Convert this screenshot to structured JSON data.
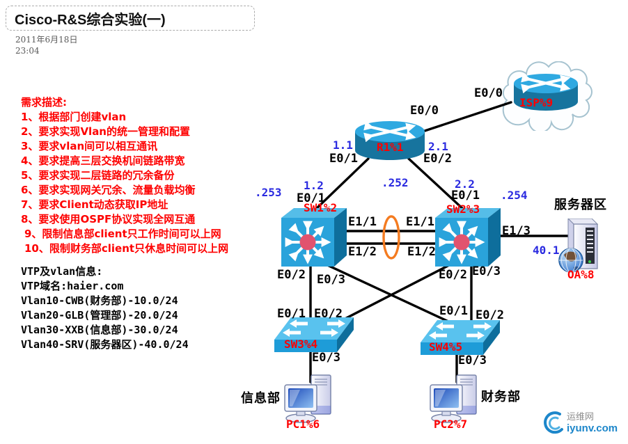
{
  "page": {
    "title": "Cisco-R&S综合实验(一)",
    "date": "2011年6月18日",
    "time": "23:04"
  },
  "requirements": {
    "heading": "需求描述:",
    "items": [
      "1、根据部门创建vlan",
      "2、要求实现Vlan的统一管理和配置",
      "3、要求vlan间可以相互通讯",
      "4、要求提高三层交换机间链路带宽",
      "5、要求实现二层链路的冗余备份",
      "6、要求实现网关冗余、流量负载均衡",
      "7、要求Client动态获取IP地址",
      "8、要求使用OSPF协议实现全网互通",
      "9、限制信息部client只工作时间可以上网",
      "10、限制财务部client只休息时间可以上网"
    ]
  },
  "vtp_info": {
    "heading": "VTP及vlan信息:",
    "lines": [
      "VTP域名:haier.com",
      "Vlan10-CWB(财务部)-10.0/24",
      "Vlan20-GLB(管理部)-20.0/24",
      "Vlan30-XXB(信息部)-30.0/24",
      "Vlan40-SRV(服务器区)-40.0/24"
    ]
  },
  "topology": {
    "devices": {
      "r1": {
        "name": "R1%1",
        "type": "router"
      },
      "isp": {
        "name": "ISP%9",
        "type": "router-in-cloud"
      },
      "sw1": {
        "name": "SW1%2",
        "type": "multilayer-switch"
      },
      "sw2": {
        "name": "SW2%3",
        "type": "multilayer-switch"
      },
      "sw3": {
        "name": "SW3%4",
        "type": "layer2-switch"
      },
      "sw4": {
        "name": "SW4%5",
        "type": "layer2-switch"
      },
      "pc1": {
        "name": "PC1%6",
        "type": "pc"
      },
      "pc2": {
        "name": "PC2%7",
        "type": "pc"
      },
      "oa": {
        "name": "OA%8",
        "type": "server"
      }
    },
    "port_labels": {
      "isp_e00": "E0/0",
      "r1_e00": "E0/0",
      "r1_e01": "E0/1",
      "r1_e02": "E0/2",
      "sw1_e01": "E0/1",
      "sw2_e01": "E0/1",
      "sw1_e11": "E1/1",
      "sw2_e11": "E1/1",
      "sw1_e12": "E1/2",
      "sw2_e12": "E1/2",
      "sw2_e13": "E1/3",
      "sw1_e02": "E0/2",
      "sw1_e03": "E0/3",
      "sw2_e02": "E0/2",
      "sw2_e03": "E0/3",
      "sw3_e01": "E0/1",
      "sw3_e02": "E0/2",
      "sw4_e01": "E0/1",
      "sw4_e02": "E0/2",
      "sw3_e03": "E0/3",
      "sw4_e03": "E0/3"
    },
    "ip_labels": {
      "ip_1_1": "1.1",
      "ip_2_1": "2.1",
      "ip_1_2": "1.2",
      "ip_252": ".252",
      "ip_2_2": "2.2",
      "ip_253": ".253",
      "ip_254": ".254",
      "ip_40_1": "40.1"
    },
    "area_labels": {
      "server_area": "服务器区",
      "info_dept": "信息部",
      "finance_dept": "财务部"
    }
  },
  "watermark": {
    "site_name": "运维网",
    "site_url": "iyunv.com"
  },
  "colors": {
    "device_label": "#fe0000",
    "requirement_text": "#fe0000",
    "ip_label": "#2a2ae0",
    "link": "#000000",
    "etherchannel_ring": "#f47b20",
    "device_blue_top": "#2fa9e1",
    "device_blue_body": "#17749e",
    "switch_core_dot": "#e1536e"
  }
}
